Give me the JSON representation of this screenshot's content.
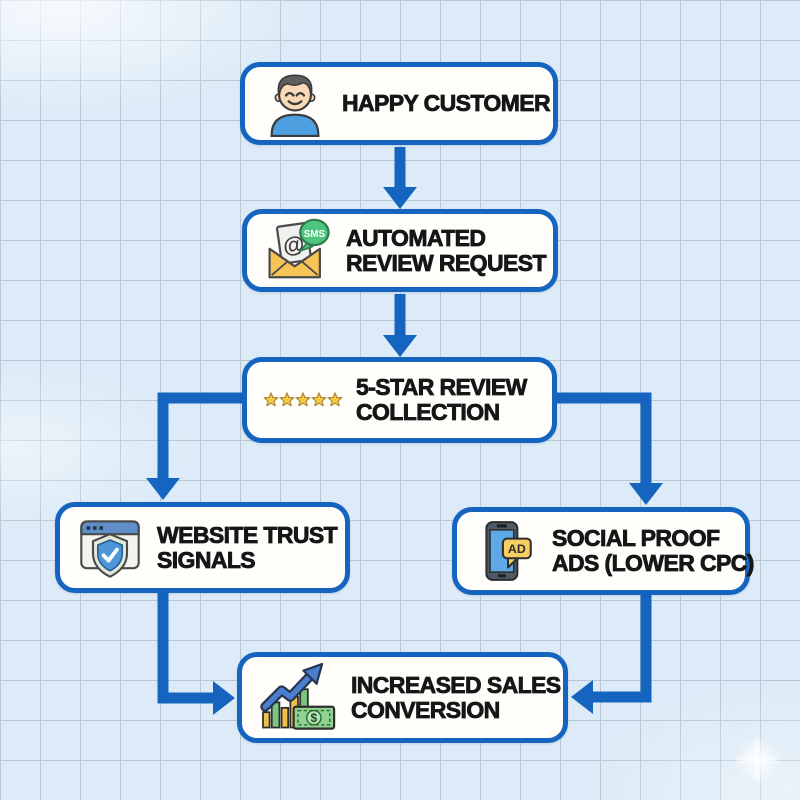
{
  "page": {
    "title": "Review Automation Flywheel Flowchart",
    "colors": {
      "accent": "#1565C0",
      "background": "#DCEBF7",
      "grid_line": "#B7C7D4",
      "node_background": "#FFFEFA",
      "text": "#161616",
      "star_gold": "#F7C948",
      "envelope_yellow": "#F6C454",
      "sms_green": "#4FC47F",
      "phone_screen_blue": "#5FA8E8",
      "ad_bubble_yellow": "#F6CE63",
      "money_green": "#90D194",
      "shirt_blue": "#4D9FE0",
      "chart_arrow_blue": "#4A7FD0"
    }
  },
  "flowchart": {
    "nodes": [
      {
        "id": "happy-customer",
        "icon": "happy-customer-icon",
        "label": "HAPPY CUSTOMER",
        "lines": [
          "HAPPY CUSTOMER"
        ]
      },
      {
        "id": "automated-review-request",
        "icon": "email-sms-icon",
        "label": "AUTOMATED REVIEW REQUEST",
        "lines": [
          "AUTOMATED",
          "REVIEW REQUEST"
        ]
      },
      {
        "id": "five-star-review-collection",
        "icon": "five-stars-icon",
        "label": "5-STAR REVIEW COLLECTION",
        "lines": [
          "5-STAR REVIEW",
          "COLLECTION"
        ]
      },
      {
        "id": "website-trust-signals",
        "icon": "browser-shield-icon",
        "label": "WEBSITE TRUST SIGNALS",
        "lines": [
          "WEBSITE TRUST",
          "SIGNALS"
        ]
      },
      {
        "id": "social-proof-ads",
        "icon": "phone-ad-icon",
        "label": "SOCIAL PROOF ADS (LOWER CPC)",
        "lines": [
          "SOCIAL PROOF",
          "ADS (LOWER CPC)"
        ]
      },
      {
        "id": "increased-sales-conversion",
        "icon": "chart-money-icon",
        "label": "INCREASED SALES CONVERSION",
        "lines": [
          "INCREASED SALES",
          "CONVERSION"
        ]
      }
    ],
    "edges": [
      {
        "from": "happy-customer",
        "to": "automated-review-request"
      },
      {
        "from": "automated-review-request",
        "to": "five-star-review-collection"
      },
      {
        "from": "five-star-review-collection",
        "to": "website-trust-signals"
      },
      {
        "from": "five-star-review-collection",
        "to": "social-proof-ads"
      },
      {
        "from": "website-trust-signals",
        "to": "increased-sales-conversion"
      },
      {
        "from": "social-proof-ads",
        "to": "increased-sales-conversion"
      }
    ],
    "icon_text": {
      "at_symbol": "@",
      "sms": "SMS",
      "ad": "AD",
      "dollar": "$"
    }
  }
}
